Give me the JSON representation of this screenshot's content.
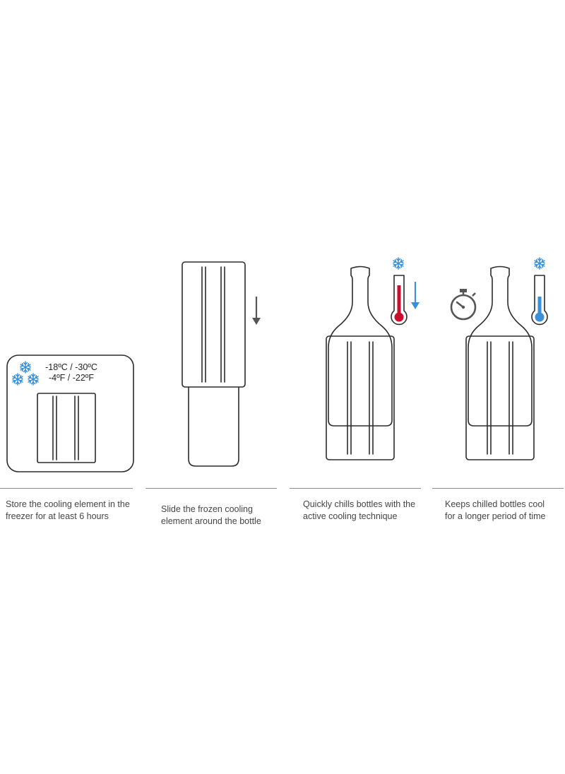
{
  "steps": [
    {
      "name": "freeze",
      "temperature": {
        "celsius": "-18ºC / -30ºC",
        "fahrenheit": "-4ºF / -22ºF"
      },
      "caption": [
        "Store the cooling element in the",
        "freezer for at least 6 hours"
      ]
    },
    {
      "name": "slide",
      "caption": [
        "Slide the frozen cooling",
        "element around the bottle"
      ]
    },
    {
      "name": "quick-chill",
      "caption": [
        "Quickly chills bottles with the",
        "active cooling technique"
      ]
    },
    {
      "name": "keep-cool",
      "caption": [
        "Keeps chilled bottles cool",
        "for a longer period of time"
      ]
    }
  ],
  "colors": {
    "outline": "#2b2b2b",
    "snow": "#3a8fd6",
    "hot": "#c8102e",
    "cold": "#3a8fd6",
    "arrow_dark": "#555555",
    "rule": "#8a8a8a"
  },
  "icons": [
    "snowflake-icon",
    "thermometer-icon",
    "down-arrow-icon",
    "stopwatch-icon"
  ]
}
